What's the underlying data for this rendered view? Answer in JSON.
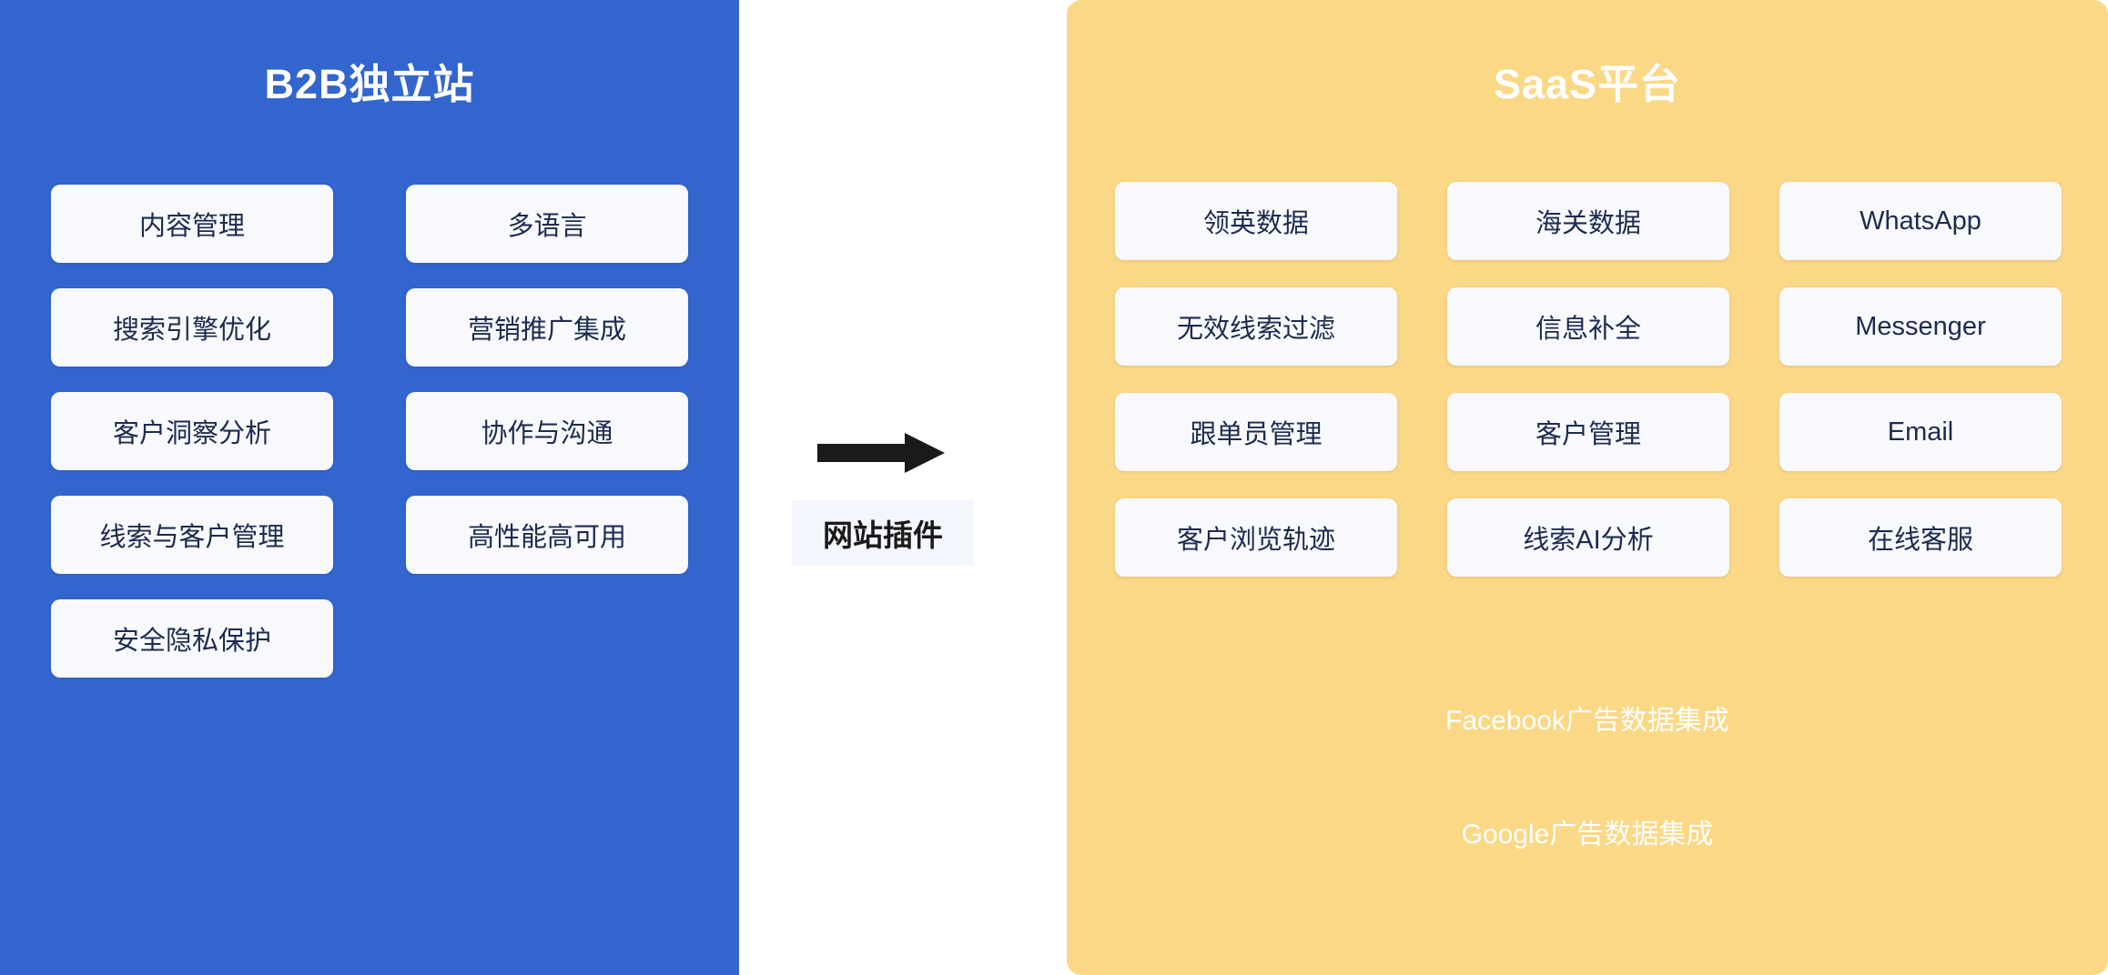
{
  "colors": {
    "left_panel_bg": "#3265CE",
    "right_panel_bg": "#FBD886",
    "card_bg": "#F7F9FC",
    "card_text": "#1D2B4F",
    "title_text": "#FFFFFF",
    "arrow": "#1A1A1A",
    "connector_label_bg": "#F3F6FC"
  },
  "left_panel": {
    "title": "B2B独立站",
    "columns": [
      {
        "cards": [
          {
            "label": "内容管理"
          },
          {
            "label": "搜索引擎优化"
          },
          {
            "label": "客户洞察分析"
          },
          {
            "label": "线索与客户管理"
          },
          {
            "label": "安全隐私保护"
          }
        ]
      },
      {
        "cards": [
          {
            "label": "多语言"
          },
          {
            "label": "营销推广集成"
          },
          {
            "label": "协作与沟通"
          },
          {
            "label": "高性能高可用"
          }
        ]
      }
    ]
  },
  "connector": {
    "arrow_icon": "arrow-right-icon",
    "label": "网站插件"
  },
  "right_panel": {
    "title": "SaaS平台",
    "columns": [
      {
        "cards": [
          {
            "label": "领英数据"
          },
          {
            "label": "无效线索过滤"
          },
          {
            "label": "跟单员管理"
          },
          {
            "label": "客户浏览轨迹"
          }
        ]
      },
      {
        "cards": [
          {
            "label": "海关数据"
          },
          {
            "label": "信息补全"
          },
          {
            "label": "客户管理"
          },
          {
            "label": "线索AI分析"
          }
        ]
      },
      {
        "cards": [
          {
            "label": "WhatsApp"
          },
          {
            "label": "Messenger"
          },
          {
            "label": "Email"
          },
          {
            "label": "在线客服"
          }
        ]
      }
    ],
    "notes": [
      {
        "label": "Facebook广告数据集成"
      },
      {
        "label": "Google广告数据集成"
      }
    ]
  }
}
